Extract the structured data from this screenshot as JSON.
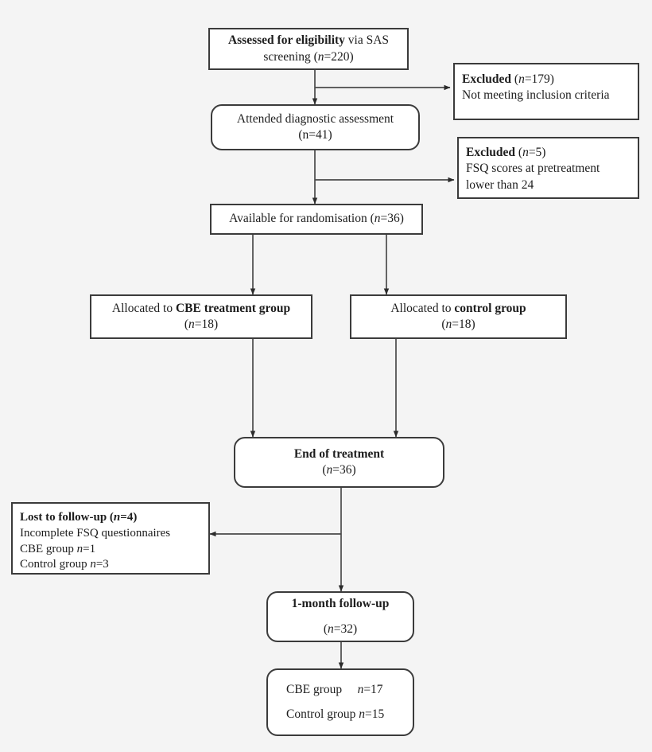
{
  "diagram": {
    "title": "CONSORT participant flow diagram",
    "background_color": "#f4f4f4",
    "box_fill_color": "#ffffff",
    "border_color": "#3b3b3b"
  },
  "nodes": {
    "assessed": {
      "line1_bold": "Assessed for eligibility",
      "line1_rest": " via SAS",
      "line2_pre": "screening (",
      "line2_italic": "n",
      "line2_post": "=220)"
    },
    "excluded_1": {
      "line1_bold": "Excluded",
      "line1_paren_open": " (",
      "line1_italic": "n",
      "line1_post": "=179)",
      "line2": "Not meeting inclusion criteria"
    },
    "attended": {
      "line1": "Attended diagnostic assessment",
      "line2": "(n=41)"
    },
    "excluded_2": {
      "line1_bold": "Excluded",
      "line1_paren_open": " (",
      "line1_italic": "n",
      "line1_post": "=5)",
      "line2": "FSQ scores at pretreatment",
      "line3": "lower than 24"
    },
    "randomisation": {
      "line1_pre": "Available for randomisation (",
      "line1_italic": "n",
      "line1_post": "=36)"
    },
    "alloc_cbe": {
      "line1_pre": "Allocated to ",
      "line1_bold": "CBE treatment group",
      "line2_pre": "(",
      "line2_italic": "n",
      "line2_post": "=18)"
    },
    "alloc_control": {
      "line1_pre": "Allocated to ",
      "line1_bold": "control group",
      "line2_pre": "(",
      "line2_italic": "n",
      "line2_post": "=18)"
    },
    "end_of_treatment": {
      "line1_bold": "End of treatment",
      "line2_pre": "(",
      "line2_italic": "n",
      "line2_post": "=36)"
    },
    "lost_followup": {
      "line1_bold_pre": "Lost to follow-up (",
      "line1_bold_italic": "n",
      "line1_bold_post": "=4)",
      "line2": "Incomplete FSQ questionnaires",
      "line3_pre": "CBE group ",
      "line3_italic": "n",
      "line3_post": "=1",
      "line4_pre": "Control group ",
      "line4_italic": "n",
      "line4_post": "=3"
    },
    "followup_1month": {
      "line1_bold": "1-month follow-up",
      "line2_pre": "(",
      "line2_italic": "n",
      "line2_post": "=32)"
    },
    "final_counts": {
      "line1_pre": "CBE group",
      "line1_spacer": "     ",
      "line1_italic": "n",
      "line1_post": "=17",
      "line2_pre": "Control group ",
      "line2_italic": "n",
      "line2_post": "=15"
    }
  }
}
